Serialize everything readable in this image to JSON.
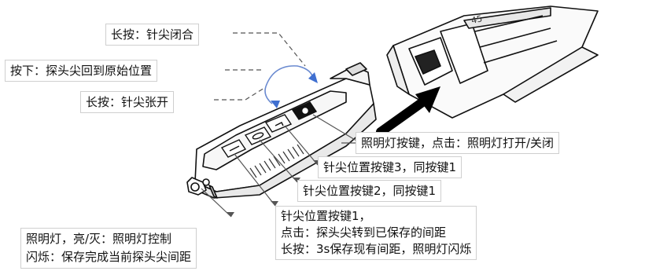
{
  "labels": {
    "long_press_close": "长按：针尖闭合",
    "press_reset": "按下：探头尖回到原始位置",
    "long_press_open": "长按：针尖张开",
    "light_button": "照明灯按键，点击：照明灯打开/关闭",
    "pos_key_3": "针尖位置按键3，同按键1",
    "pos_key_2": "针尖位置按键2，同按键1",
    "pos_key_1": {
      "line1": "针尖位置按键1，",
      "line2": "点击：探头尖转到已保存的间距",
      "line3": "长按：3s保存现有间距，照明灯闪烁"
    },
    "light_status": {
      "line1": "照明灯，亮/灭：照明灯控制",
      "line2": "闪烁：保存完成当前探头尖间距"
    }
  },
  "probe_top_marking": "45"
}
